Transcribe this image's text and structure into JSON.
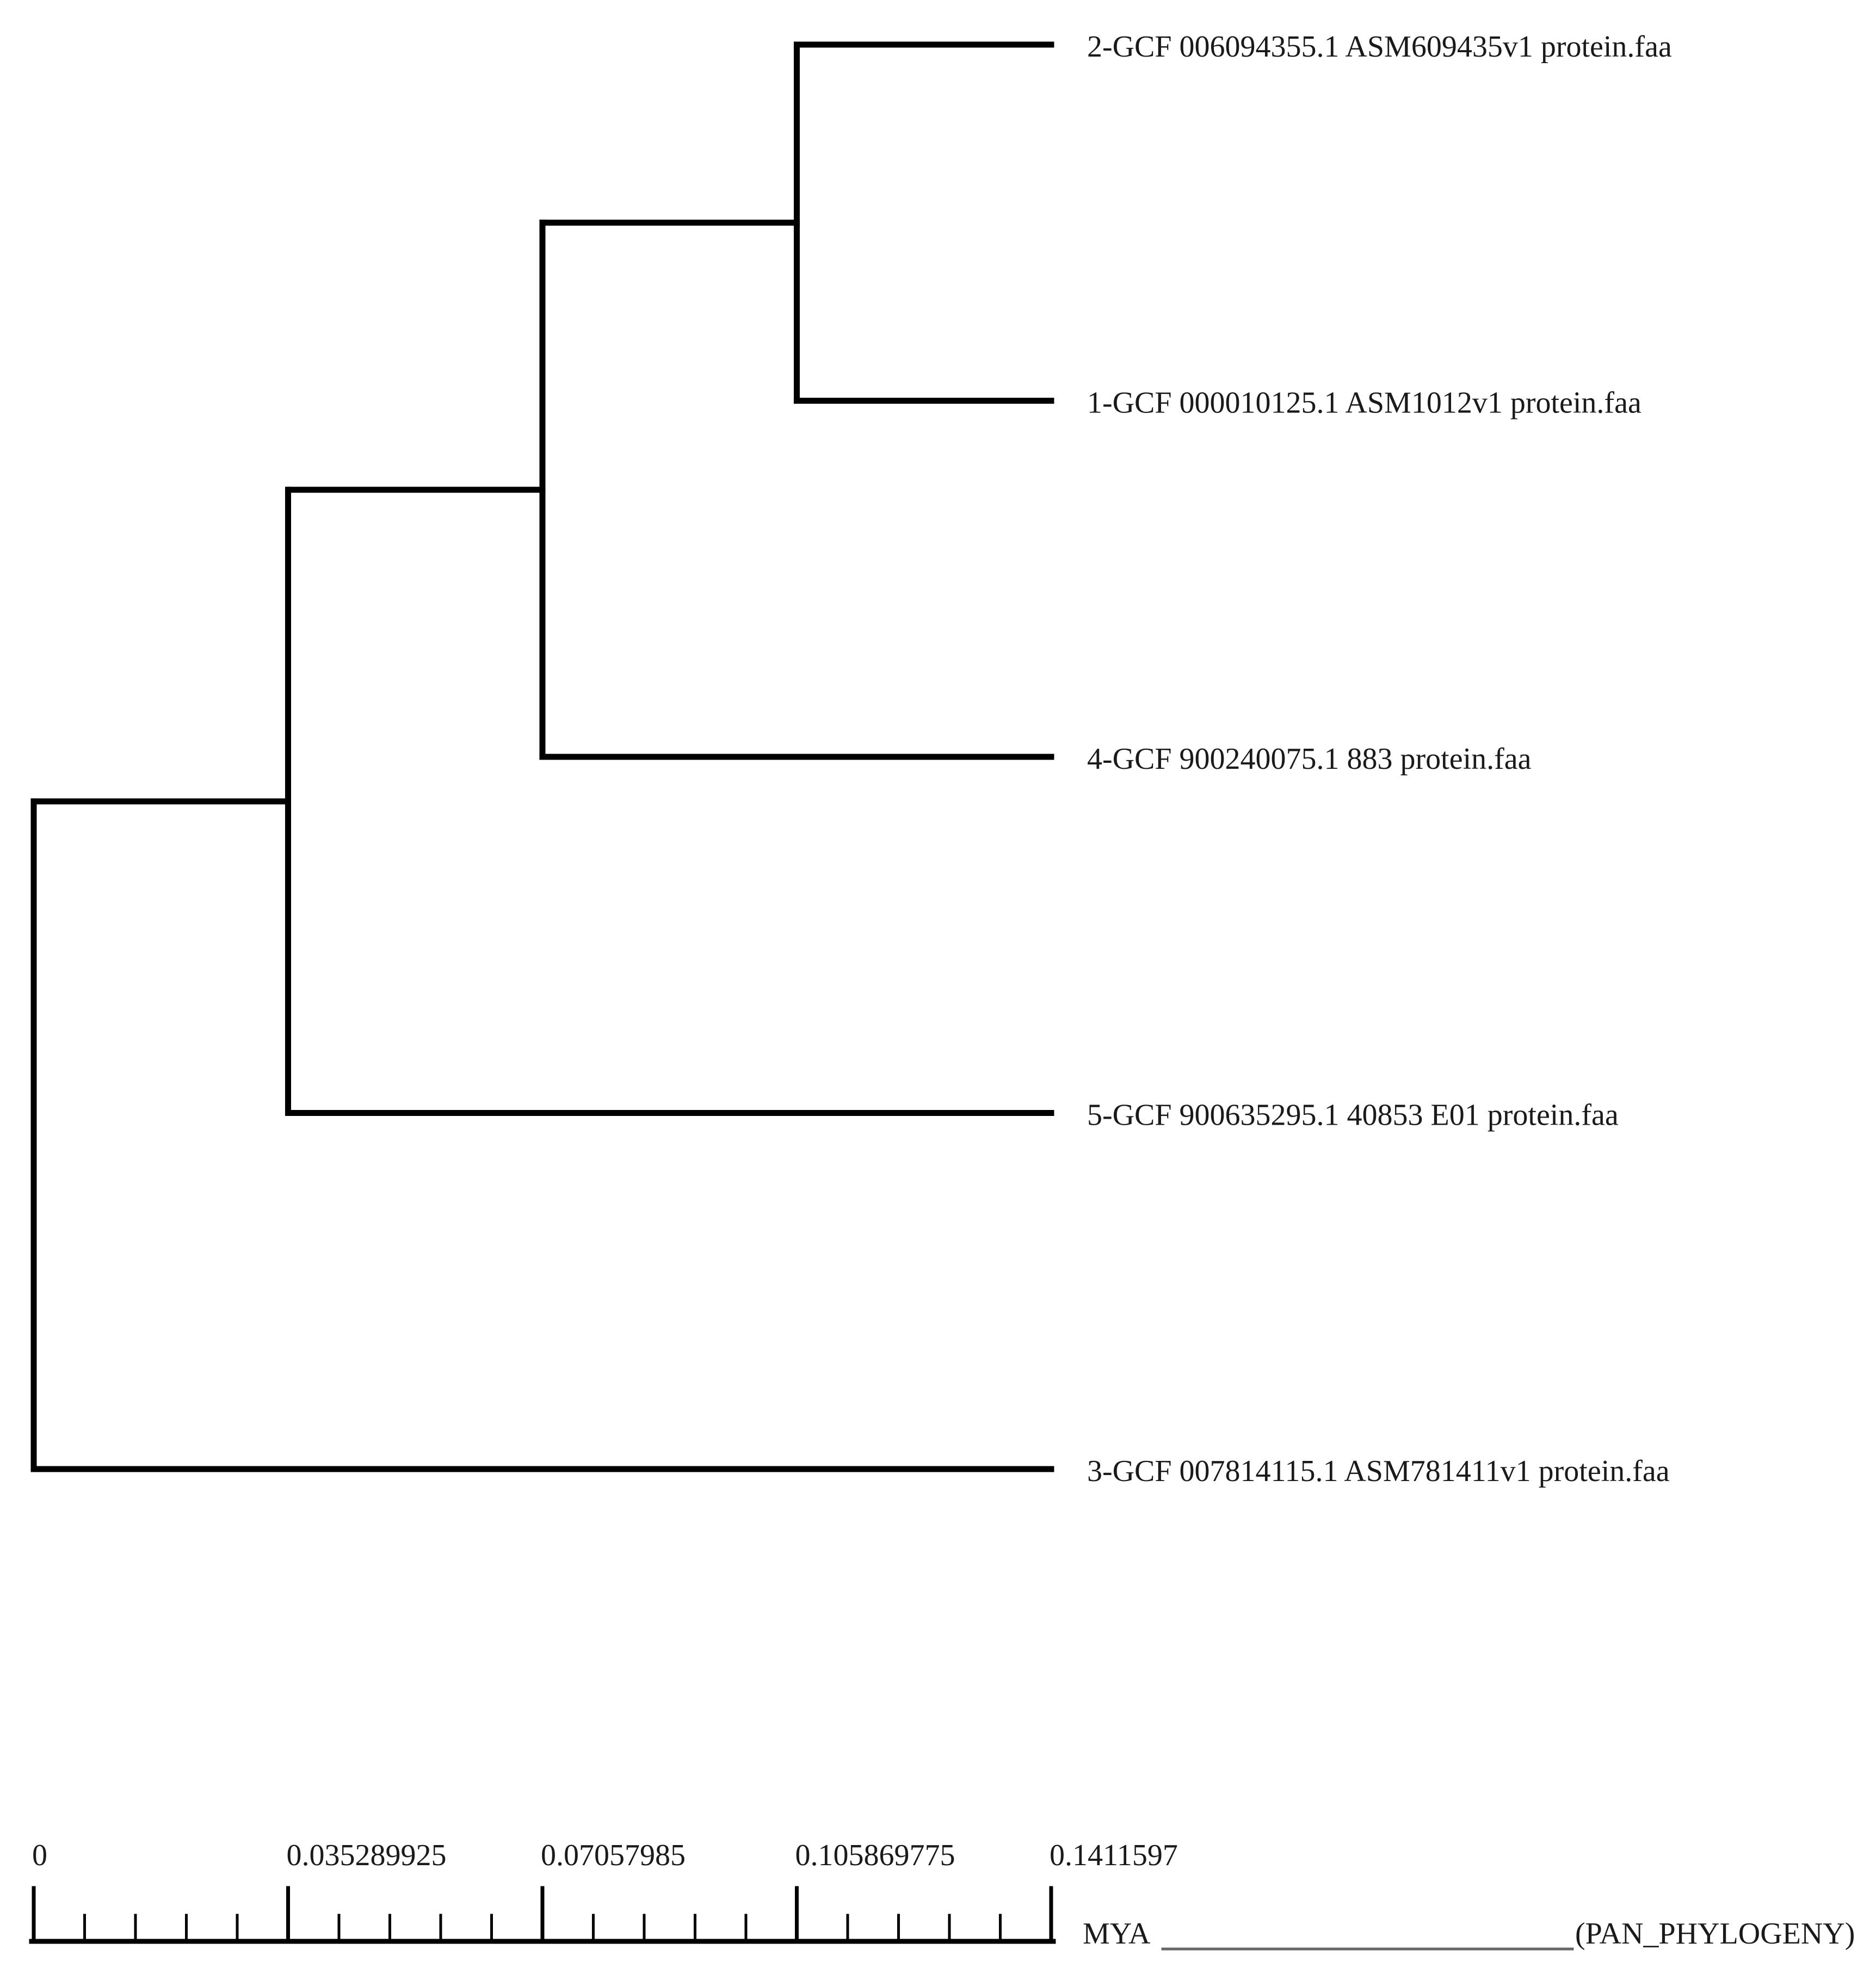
{
  "figure": {
    "background_color": "#ffffff",
    "line_color": "#000000",
    "text_color": "#1a1a1a",
    "underline_color": "#666666"
  },
  "chart_data": {
    "type": "dendrogram",
    "description": "Ultrametric phylogenetic tree of 5 proteomes, tips at right, distance scale bar below",
    "leaves": [
      {
        "label": "2-GCF 006094355.1 ASM609435v1 protein.faa",
        "tip_value": 0.1411597
      },
      {
        "label": "1-GCF 000010125.1 ASM1012v1 protein.faa",
        "tip_value": 0.1411597
      },
      {
        "label": "4-GCF 900240075.1 883 protein.faa",
        "tip_value": 0.1411597
      },
      {
        "label": "5-GCF 900635295.1 40853 E01 protein.faa",
        "tip_value": 0.1411597
      },
      {
        "label": "3-GCF 007814115.1 ASM781411v1 protein.faa",
        "tip_value": 0.1411597
      }
    ],
    "root": {
      "node_value": 0,
      "children": [
        {
          "node_value": 0.035289925,
          "children": [
            {
              "node_value": 0.07057985,
              "children": [
                {
                  "node_value": 0.105869775,
                  "children": [
                    {
                      "leaf_index": 0
                    },
                    {
                      "leaf_index": 1
                    }
                  ]
                },
                {
                  "leaf_index": 2
                }
              ]
            },
            {
              "leaf_index": 3
            }
          ]
        },
        {
          "leaf_index": 4
        }
      ]
    },
    "axis": {
      "min": 0,
      "max": 0.1411597,
      "tick_values": [
        0,
        0.035289925,
        0.07057985,
        0.105869775,
        0.1411597
      ],
      "tick_labels": [
        "0",
        "0.035289925",
        "0.07057985",
        "0.105869775",
        "0.1411597"
      ],
      "minor_ticks_per_interval": 4,
      "unit_label": "MYA",
      "blank_underline_after_unit": true,
      "annotation": "(PAN_PHYLOGENY)"
    }
  }
}
